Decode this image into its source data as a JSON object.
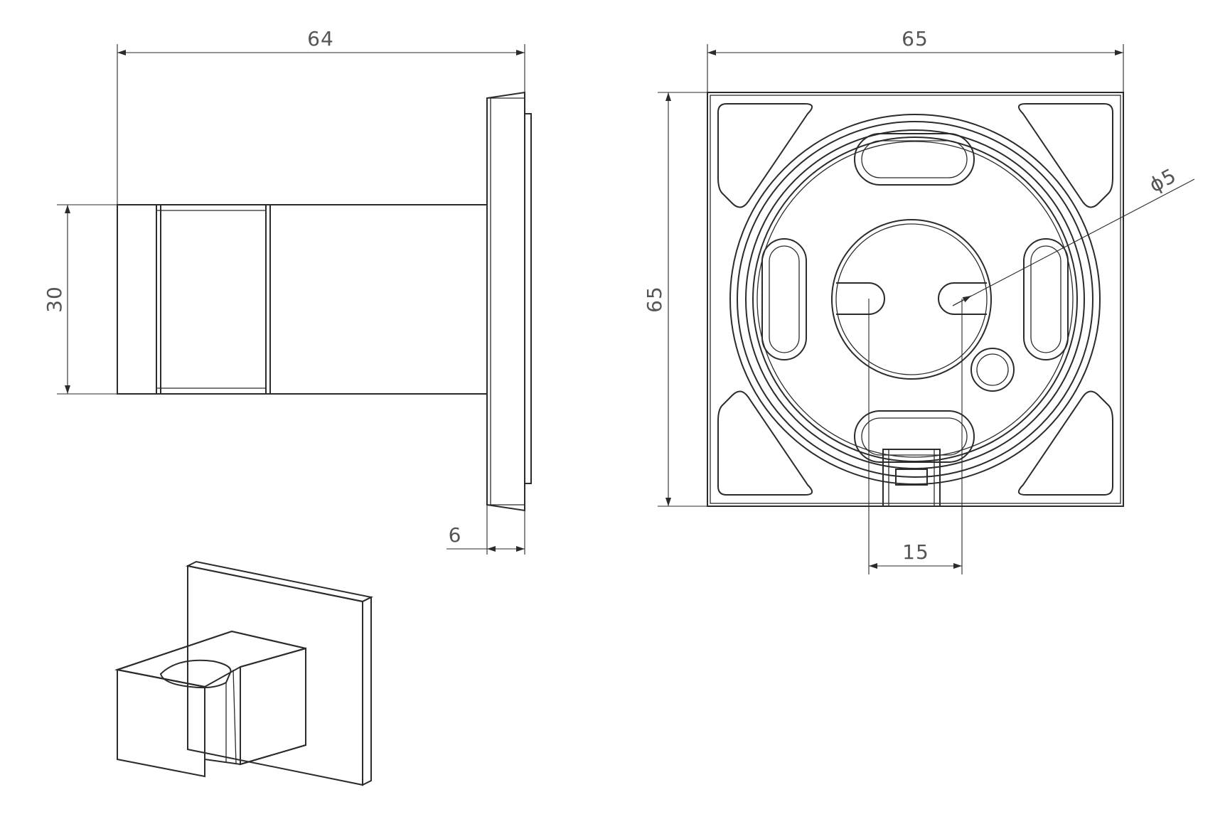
{
  "colors": {
    "line": "#2b2b2b",
    "dimension_text": "#555555",
    "background": "#ffffff"
  },
  "side_view": {
    "overall_length": "64",
    "body_height": "30",
    "flange_thickness": "6"
  },
  "front_view": {
    "plate_width": "65",
    "plate_height": "65",
    "slot_spacing": "15",
    "hole_diameter": "ϕ5"
  },
  "isometric_view": {}
}
